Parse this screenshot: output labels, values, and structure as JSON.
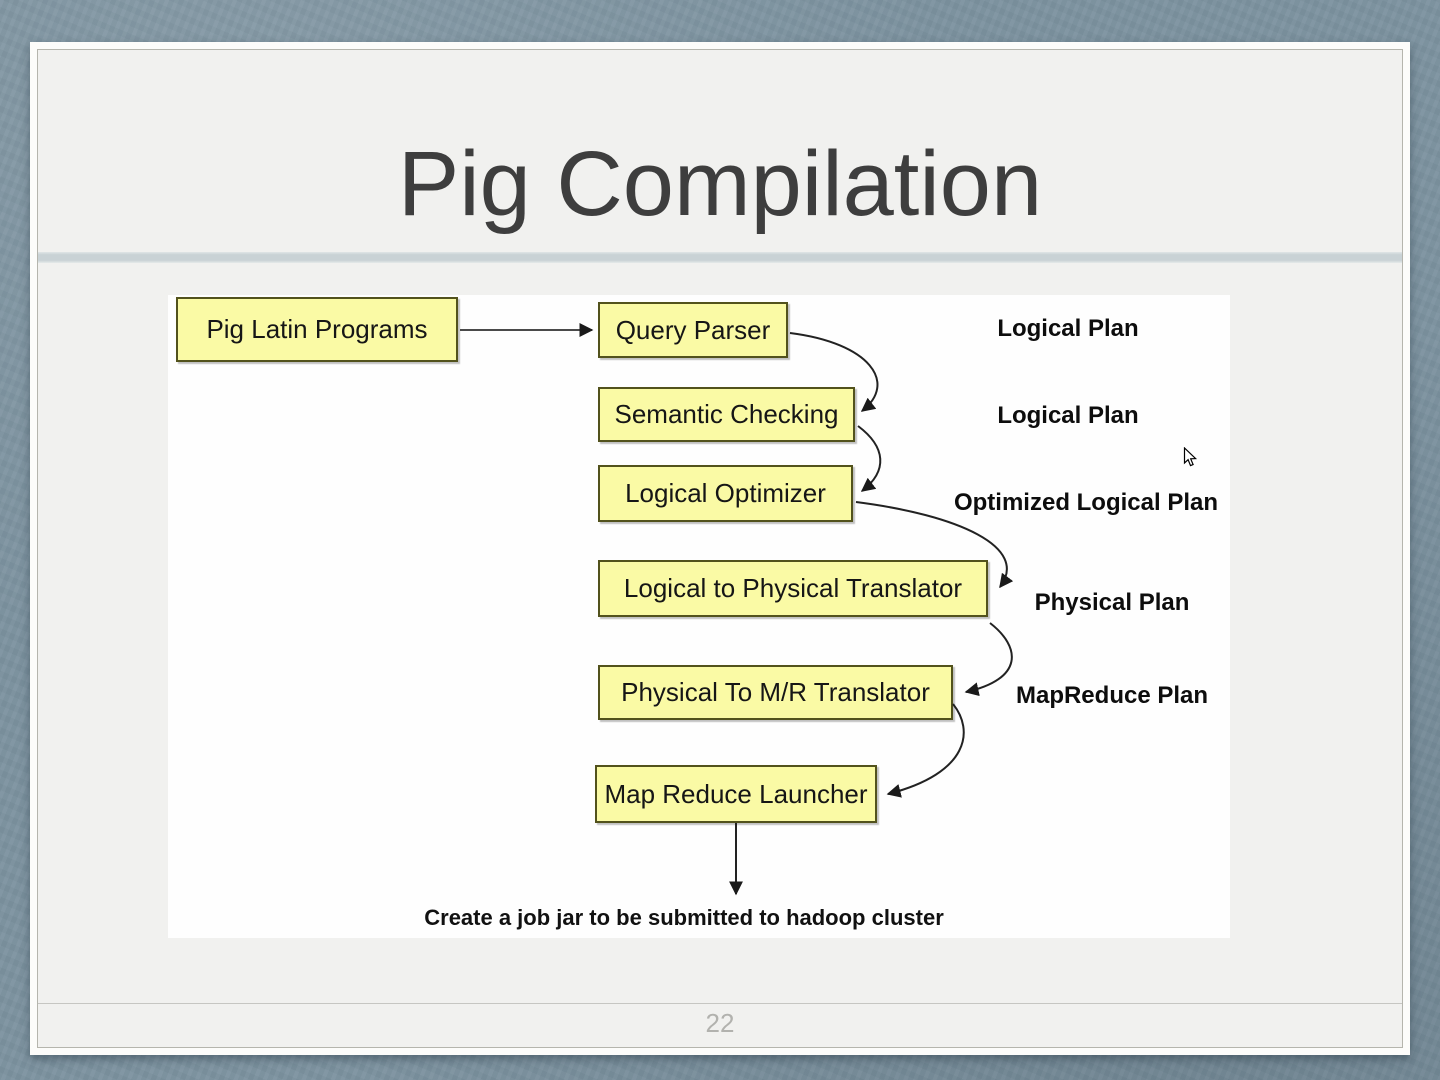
{
  "slide": {
    "title": "Pig Compilation",
    "page_number": "22"
  },
  "diagram": {
    "boxes": [
      {
        "label": "Pig Latin Programs"
      },
      {
        "label": "Query Parser"
      },
      {
        "label": "Semantic Checking"
      },
      {
        "label": "Logical Optimizer"
      },
      {
        "label": "Logical to Physical Translator"
      },
      {
        "label": "Physical To M/R Translator"
      },
      {
        "label": "Map Reduce Launcher"
      }
    ],
    "plan_labels": [
      {
        "text": "Logical Plan"
      },
      {
        "text": "Logical Plan"
      },
      {
        "text": "Optimized Logical Plan"
      },
      {
        "text": "Physical Plan"
      },
      {
        "text": "MapReduce Plan"
      }
    ],
    "caption": "Create a job jar to be submitted to hadoop cluster",
    "colors": {
      "box_fill": "#fafaa5",
      "box_border": "#52521c",
      "background": "#7d93a0"
    },
    "icons": {
      "cursor": "mouse-pointer-icon"
    }
  }
}
